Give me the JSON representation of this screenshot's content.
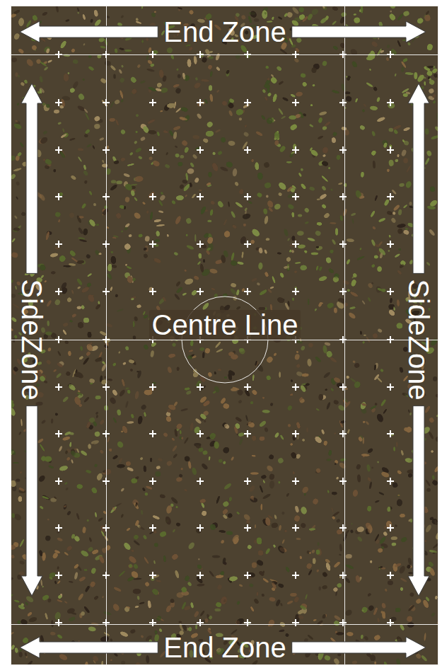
{
  "diagram": {
    "labels": [
      "End Zone",
      "SideZone",
      "Centre Line",
      "SideZone",
      "End Zone"
    ]
  }
}
